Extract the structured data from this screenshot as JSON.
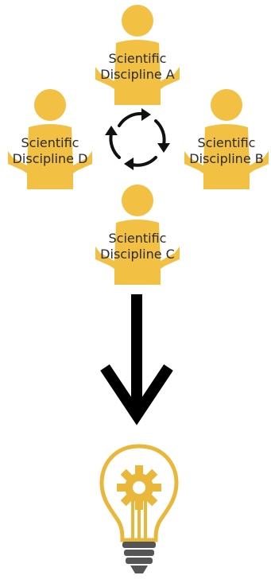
{
  "disciplines": {
    "a": {
      "line1": "Scientific",
      "line2": "Discipline A"
    },
    "b": {
      "line1": "Scientific",
      "line2": "Discipline B"
    },
    "c": {
      "line1": "Scientific",
      "line2": "Discipline C"
    },
    "d": {
      "line1": "Scientific",
      "line2": "Discipline D"
    }
  },
  "colors": {
    "person": "#f2c043",
    "bulb": "#e9b83b",
    "arrow": "#000000",
    "bulb_base": "#555555"
  },
  "icons": {
    "cycle": "circular-arrows-icon",
    "flow": "arrow-down-icon",
    "result": "lightbulb-gear-icon"
  }
}
